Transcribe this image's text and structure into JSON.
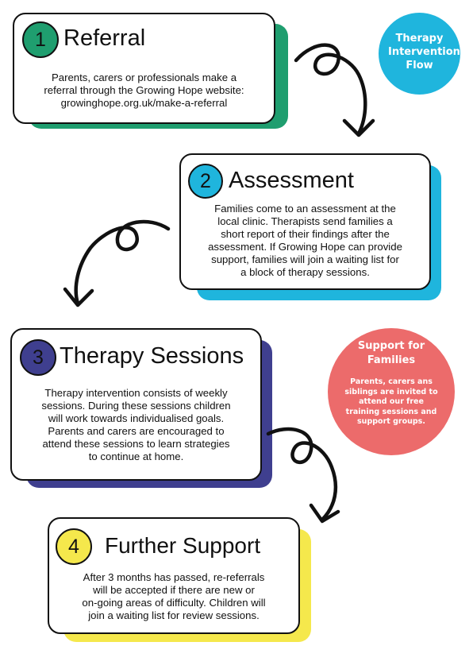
{
  "colors": {
    "step1": "#1f9e6f",
    "step2": "#1fb5dd",
    "step3": "#3f3f8f",
    "step4": "#f5e84c",
    "flow_bubble": "#1fb5dd",
    "support_bubble": "#ec6b6b",
    "outline": "#111111"
  },
  "flow_bubble": {
    "text": "Therapy Intervention Flow"
  },
  "support_bubble": {
    "title": "Support for Families",
    "text": "Parents, carers ans siblings are invited to attend our free training sessions and support groups."
  },
  "steps": [
    {
      "number": "1",
      "title": "Referral",
      "lines": [
        "Parents, carers or professionals make a",
        "referral through the Growing Hope website:",
        "growinghope.org.uk/make-a-referral"
      ]
    },
    {
      "number": "2",
      "title": "Assessment",
      "lines": [
        "Families come to an assessment at the",
        "local clinic. Therapists send families a",
        "short report of their findings after the",
        "assessment. If Growing Hope can provide",
        "support, families will join a waiting list for",
        "a block of therapy sessions."
      ]
    },
    {
      "number": "3",
      "title": "Therapy Sessions",
      "lines": [
        "Therapy intervention consists of weekly",
        "sessions. During these sessions children",
        "will work towards individualised goals.",
        "Parents and carers are encouraged to",
        "attend these sessions to learn strategies",
        "to continue at home."
      ]
    },
    {
      "number": "4",
      "title": "Further Support",
      "lines": [
        "After 3 months has passed, re-referrals",
        "will be accepted if there are new or",
        "on-going areas of difficulty. Children will",
        "join a waiting list for review sessions."
      ]
    }
  ]
}
